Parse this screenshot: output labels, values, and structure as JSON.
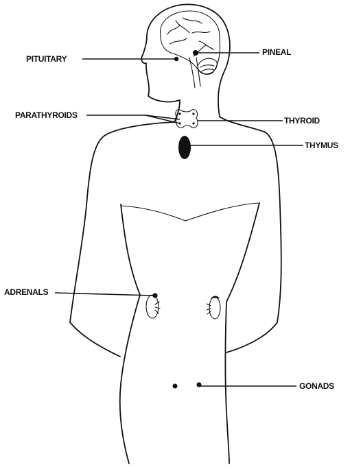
{
  "labels": {
    "pituitary": "PITUITARY",
    "pineal": "PINEAL",
    "parathyroids": "PARATHYROIDS",
    "thyroid": "THYROID",
    "thymus": "THYMUS",
    "adrenals": "ADRENALS",
    "gonads": "GONADS"
  },
  "colors": {
    "ink": "#111111",
    "background": "#ffffff"
  }
}
